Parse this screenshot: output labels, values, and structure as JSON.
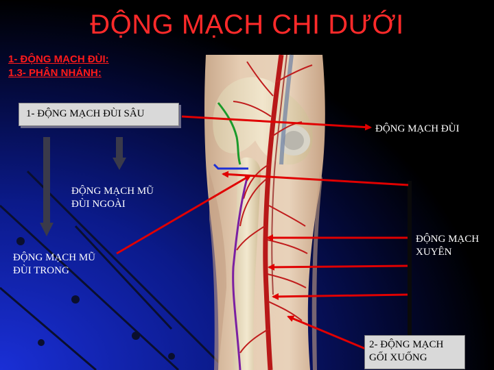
{
  "slide": {
    "title": "ĐỘNG MẠCH CHI DƯỚI",
    "subheading_1": "1- ĐỘNG MẠCH ĐÙI:",
    "subheading_2": "1.3- PHÂN NHÁNH:",
    "box_deep_femoral": "1- ĐỘNG MẠCH ĐÙI SÂU",
    "label_femoral": "ĐỘNG MẠCH ĐÙI",
    "label_lateral_circumflex_1": "ĐỘNG MẠCH MŨ",
    "label_lateral_circumflex_2": "ĐÙI NGOÀI",
    "label_medial_circumflex_1": "ĐỘNG MẠCH MŨ",
    "label_medial_circumflex_2": "ĐÙI TRONG",
    "label_perforating_1": "ĐỘNG MẠCH",
    "label_perforating_2": "XUYÊN",
    "box_descending_genicular_1": "2- ĐỘNG MẠCH",
    "box_descending_genicular_2": "GỐI XUỐNG"
  },
  "colors": {
    "title": "#ff2a2a",
    "arrow": "#e00000",
    "background_dark": "#000000",
    "background_blue": "#0b1a8a"
  }
}
